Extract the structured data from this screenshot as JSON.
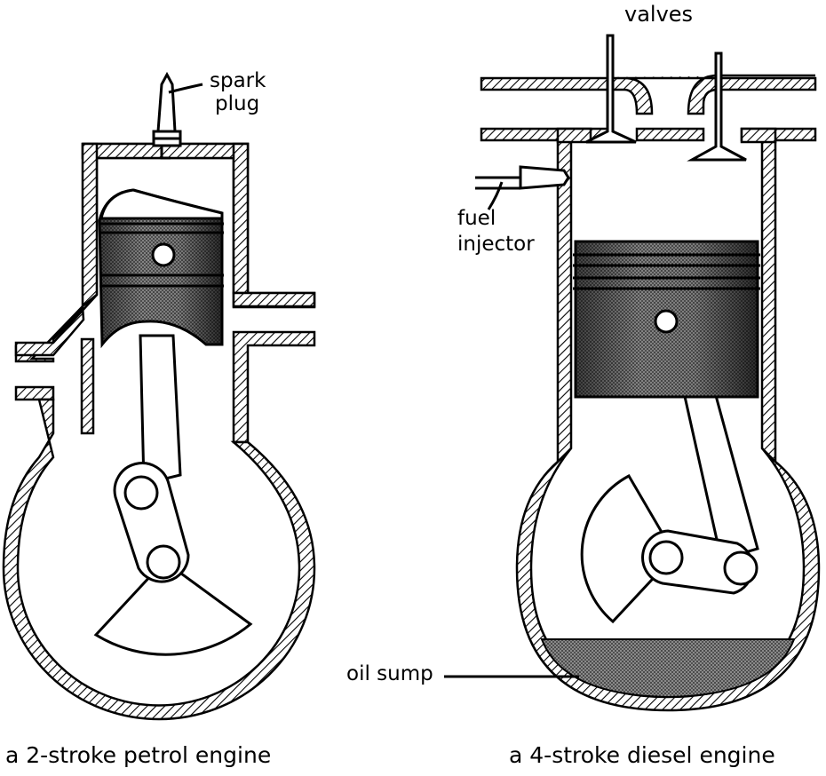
{
  "diagram": {
    "left_engine": {
      "caption": "a 2-stroke petrol engine",
      "labels": {
        "spark_plug_line1": "spark",
        "spark_plug_line2": "plug"
      }
    },
    "right_engine": {
      "caption": "a 4-stroke diesel engine",
      "labels": {
        "valves": "valves",
        "fuel_injector_line1": "fuel",
        "fuel_injector_line2": "injector",
        "oil_sump": "oil sump"
      }
    }
  },
  "colors": {
    "ink": "#000000",
    "paper": "#ffffff",
    "shade": "#555555"
  }
}
